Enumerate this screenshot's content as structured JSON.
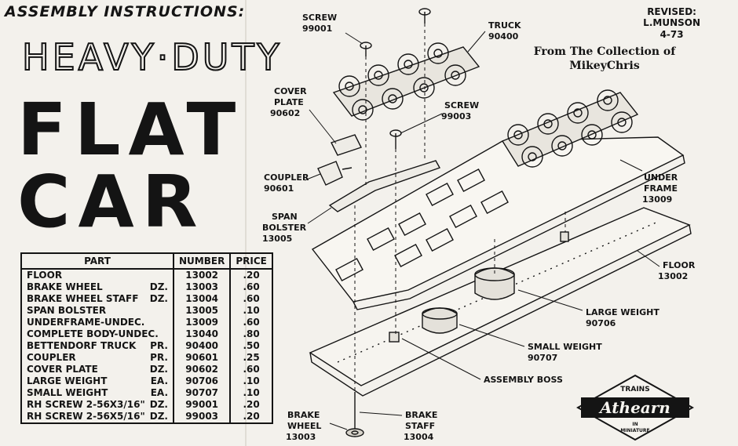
{
  "header": {
    "instructions": "ASSEMBLY INSTRUCTIONS:",
    "heavy_duty": "HEAVY·DUTY",
    "flat": "FLAT",
    "car": "CAR"
  },
  "revision": {
    "line1": "REVISED:",
    "line2": "L.MUNSON",
    "line3": "4-73"
  },
  "collection": {
    "line1": "From The Collection of",
    "line2": "MikeyChris"
  },
  "table": {
    "headers": [
      "PART",
      "NUMBER",
      "PRICE"
    ],
    "rows": [
      {
        "part": "FLOOR",
        "unit": "",
        "number": "13002",
        "price": ".20"
      },
      {
        "part": "BRAKE WHEEL",
        "unit": "DZ.",
        "number": "13003",
        "price": ".60"
      },
      {
        "part": "BRAKE WHEEL STAFF",
        "unit": "DZ.",
        "number": "13004",
        "price": ".60"
      },
      {
        "part": "SPAN BOLSTER",
        "unit": "",
        "number": "13005",
        "price": ".10"
      },
      {
        "part": "UNDERFRAME-UNDEC.",
        "unit": "",
        "number": "13009",
        "price": ".60"
      },
      {
        "part": "COMPLETE BODY-UNDEC.",
        "unit": "",
        "number": "13040",
        "price": ".80"
      },
      {
        "part": "BETTENDORF TRUCK",
        "unit": "PR.",
        "number": "90400",
        "price": ".50"
      },
      {
        "part": "COUPLER",
        "unit": "PR.",
        "number": "90601",
        "price": ".25"
      },
      {
        "part": "COVER PLATE",
        "unit": "DZ.",
        "number": "90602",
        "price": ".60"
      },
      {
        "part": "LARGE WEIGHT",
        "unit": "EA.",
        "number": "90706",
        "price": ".10"
      },
      {
        "part": "SMALL WEIGHT",
        "unit": "EA.",
        "number": "90707",
        "price": ".10"
      },
      {
        "part": "RH SCREW 2-56X3/16\"",
        "unit": "DZ.",
        "number": "99001",
        "price": ".20"
      },
      {
        "part": "RH SCREW 2-56X5/16\"",
        "unit": "DZ.",
        "number": "99003",
        "price": ".20"
      }
    ]
  },
  "callouts": {
    "screw1": [
      "SCREW",
      "99001"
    ],
    "truck": [
      "TRUCK",
      "90400"
    ],
    "cover_plate": [
      "COVER",
      "PLATE",
      "90602"
    ],
    "screw2": [
      "SCREW",
      "99003"
    ],
    "coupler": [
      "COUPLER",
      "90601"
    ],
    "span_bolster": [
      "SPAN",
      "BOLSTER",
      "13005"
    ],
    "underframe": [
      "UNDER",
      "FRAME",
      "13009"
    ],
    "floor": [
      "FLOOR",
      "13002"
    ],
    "large_weight": [
      "LARGE WEIGHT",
      "90706"
    ],
    "small_weight": [
      "SMALL WEIGHT",
      "90707"
    ],
    "assembly_boss": [
      "ASSEMBLY BOSS"
    ],
    "brake_wheel": [
      "BRAKE",
      "WHEEL",
      "13003"
    ],
    "brake_staff": [
      "BRAKE",
      "STAFF",
      "13004"
    ]
  },
  "logo": {
    "top": "TRAINS",
    "brand": "Athearn",
    "bottom1": "IN",
    "bottom2": "MINIATURE"
  }
}
